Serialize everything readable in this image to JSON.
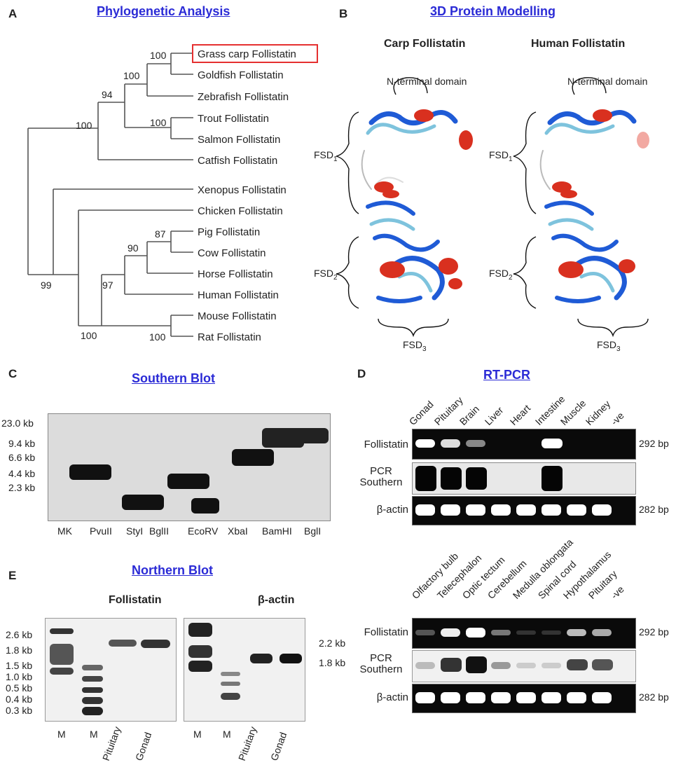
{
  "panels": {
    "a": {
      "letter": "A",
      "title": "Phylogenetic Analysis"
    },
    "b": {
      "letter": "B",
      "title": "3D Protein Modelling"
    },
    "c": {
      "letter": "C",
      "title": "Southern Blot"
    },
    "d": {
      "letter": "D",
      "title": "RT-PCR"
    },
    "e": {
      "letter": "E",
      "title": "Northern Blot"
    }
  },
  "tree": {
    "taxa": [
      "Grass carp Follistatin",
      "Goldfish Follistatin",
      "Zebrafish Follistatin",
      "Trout Follistatin",
      "Salmon Follistatin",
      "Catfish Follistatin",
      "Xenopus Follistatin",
      "Chicken Follistatin",
      "Pig Follistatin",
      "Cow Follistatin",
      "Horse Follistatin",
      "Human Follistatin",
      "Mouse Follistatin",
      "Rat Follistatin"
    ],
    "highlighted": "Grass carp Follistatin",
    "highlight_color": "#e53030",
    "bootstrap": [
      "100",
      "100",
      "94",
      "100",
      "100",
      "99",
      "100",
      "87",
      "90",
      "97",
      "100"
    ]
  },
  "protein": {
    "carp_title": "Carp Follistatin",
    "human_title": "Human Follistatin",
    "nterm": "N-terminal domain",
    "fsd": "FSD",
    "sub1": "1",
    "sub2": "2",
    "sub3": "3"
  },
  "southern": {
    "sizes": [
      "23.0 kb",
      "9.4 kb",
      "6.6 kb",
      "4.4 kb",
      "2.3 kb"
    ],
    "lanes": [
      "MK",
      "PvuII",
      "StyI",
      "BglII",
      "EcoRV",
      "XbaI",
      "BamHI",
      "BglI"
    ]
  },
  "rtpcr": {
    "rows": {
      "follistatin": "Follistatin",
      "pcr1": "PCR",
      "pcr2": "Southern",
      "actin": "β-actin"
    },
    "sizes": {
      "fst": "292 bp",
      "actin": "282 bp"
    },
    "top_lanes": [
      "Gonad",
      "Pituitary",
      "Brain",
      "Liver",
      "Heart",
      "Intestine",
      "Muscle",
      "Kidney",
      "-ve"
    ],
    "bottom_lanes": [
      "Olfactory bulb",
      "Telecephalon",
      "Optic tectum",
      "Cerebellum",
      "Medulla oblongata",
      "Spinal cord",
      "Hypothalamus",
      "Pituitary",
      "-ve"
    ]
  },
  "northern": {
    "follistatin_title": "Follistatin",
    "actin_title": "β-actin",
    "left_sizes": [
      "2.6 kb",
      "1.8 kb",
      "1.5 kb",
      "1.0 kb",
      "0.5 kb",
      "0.4 kb",
      "0.3 kb"
    ],
    "right_sizes": [
      "2.2 kb",
      "1.8 kb"
    ],
    "lanes": [
      "M",
      "M",
      "Pituitary",
      "Gonad"
    ]
  }
}
